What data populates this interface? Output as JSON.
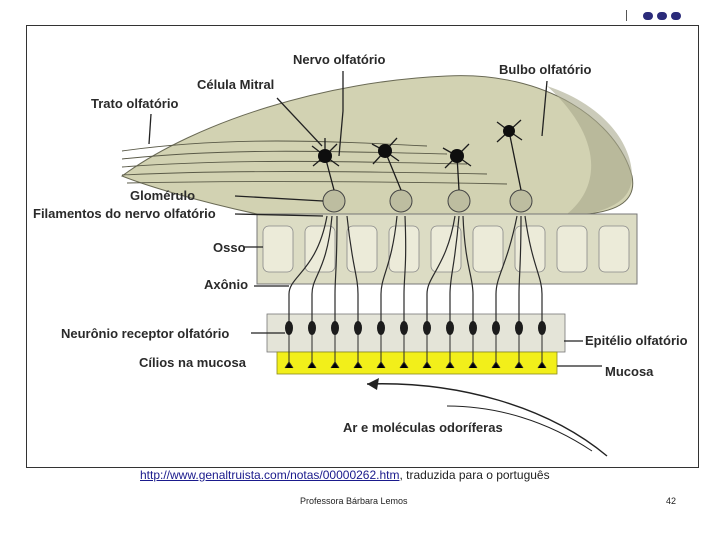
{
  "slide": {
    "page_number": "42",
    "author": "Professora Bárbara Lemos"
  },
  "credit": {
    "url": "http://www.genaltruista.com/notas/00000262.htm",
    "suffix": ", traduzida para o português"
  },
  "diagram": {
    "labels": {
      "nervo_olfatorio": "Nervo olfatório",
      "celula_mitral": "Célula Mitral",
      "bulbo_olfatorio": "Bulbo olfatório",
      "trato_olfatorio": "Trato olfatório",
      "glomerulo": "Glomérulo",
      "filamentos": "Filamentos do nervo olfatório",
      "osso": "Osso",
      "axonio": "Axônio",
      "neuronio_receptor": "Neurônio receptor olfatório",
      "epitelio": "Epitélio olfatório",
      "cilios": "Cílios na mucosa",
      "mucosa": "Mucosa",
      "ar": "Ar e moléculas odoríferas"
    },
    "colors": {
      "bulb": "#d2d2b2",
      "bone": "#dcdcc4",
      "mucosa": "#f2ef1a",
      "ink": "#2a2a2a",
      "frame": "#333333"
    }
  }
}
